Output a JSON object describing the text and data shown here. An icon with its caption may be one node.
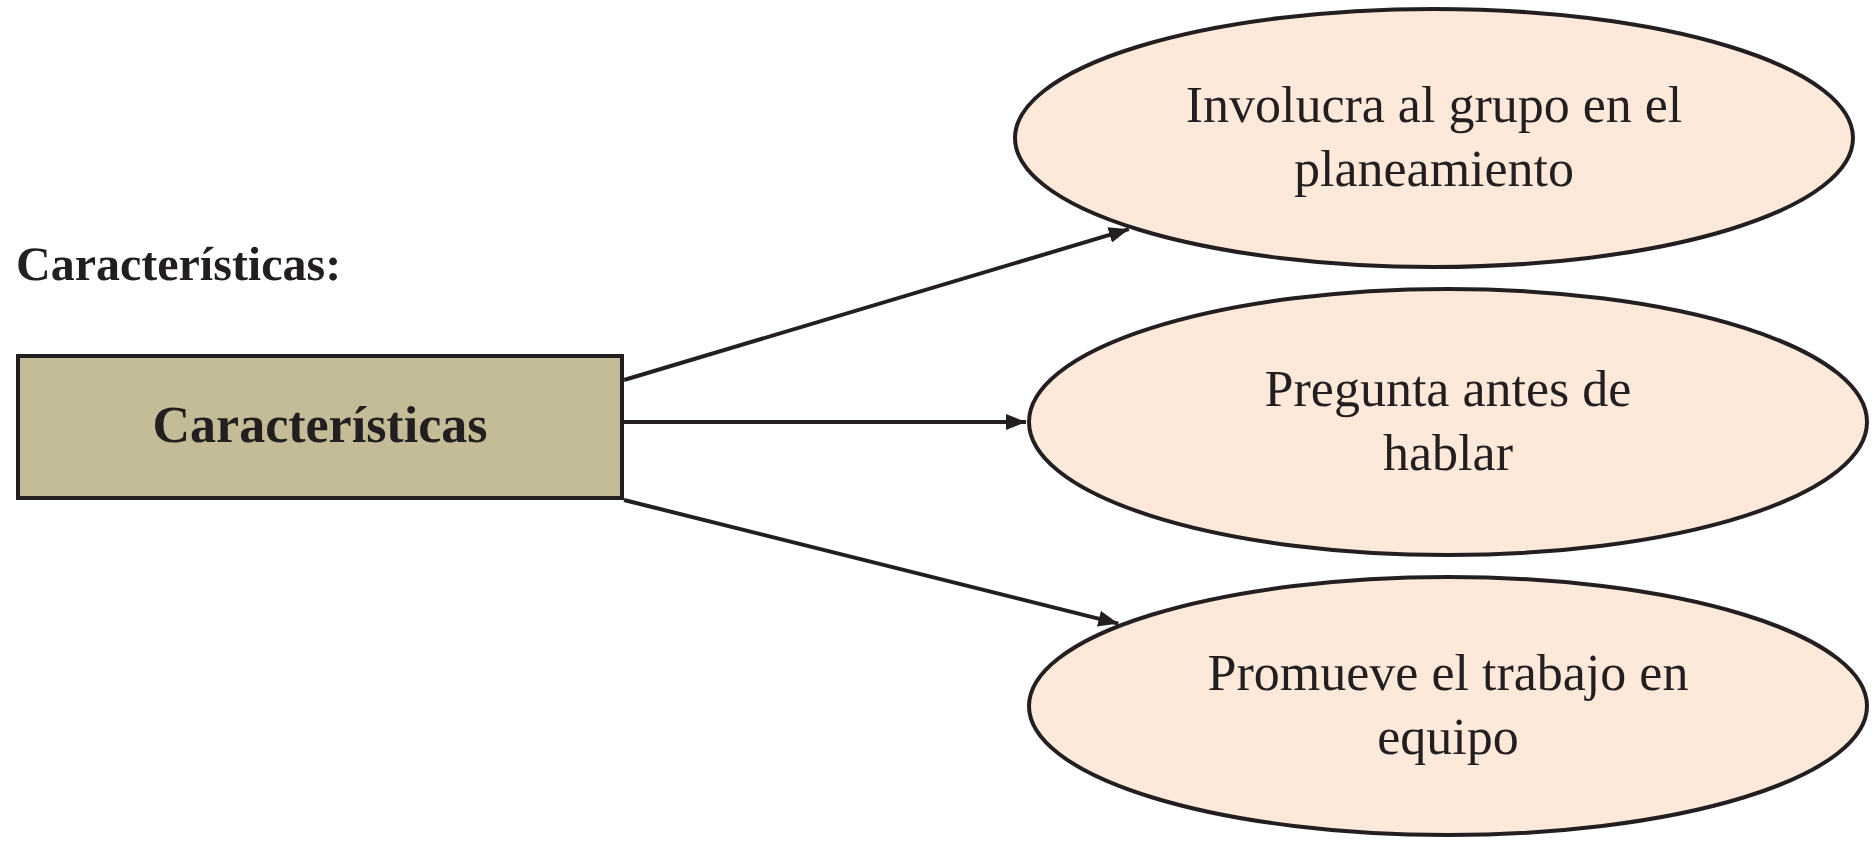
{
  "diagram": {
    "nodes": [
      {
        "text": [
          "Características"
        ]
      },
      {
        "text": [
          "Involucra al grupo en el planeamiento"
        ]
      },
      {
        "text": [
          "Pregunta antes de hablar"
        ]
      },
      {
        "text": [
          "Promueve el trabajo en equipo"
        ]
      }
    ],
    "edges": [
      {
        "from": 0,
        "to": 1,
        "arrow": "to"
      },
      {
        "from": 0,
        "to": 2,
        "arrow": "to"
      },
      {
        "from": 0,
        "to": 3,
        "arrow": "to"
      }
    ],
    "labels": [
      "Características:"
    ]
  }
}
